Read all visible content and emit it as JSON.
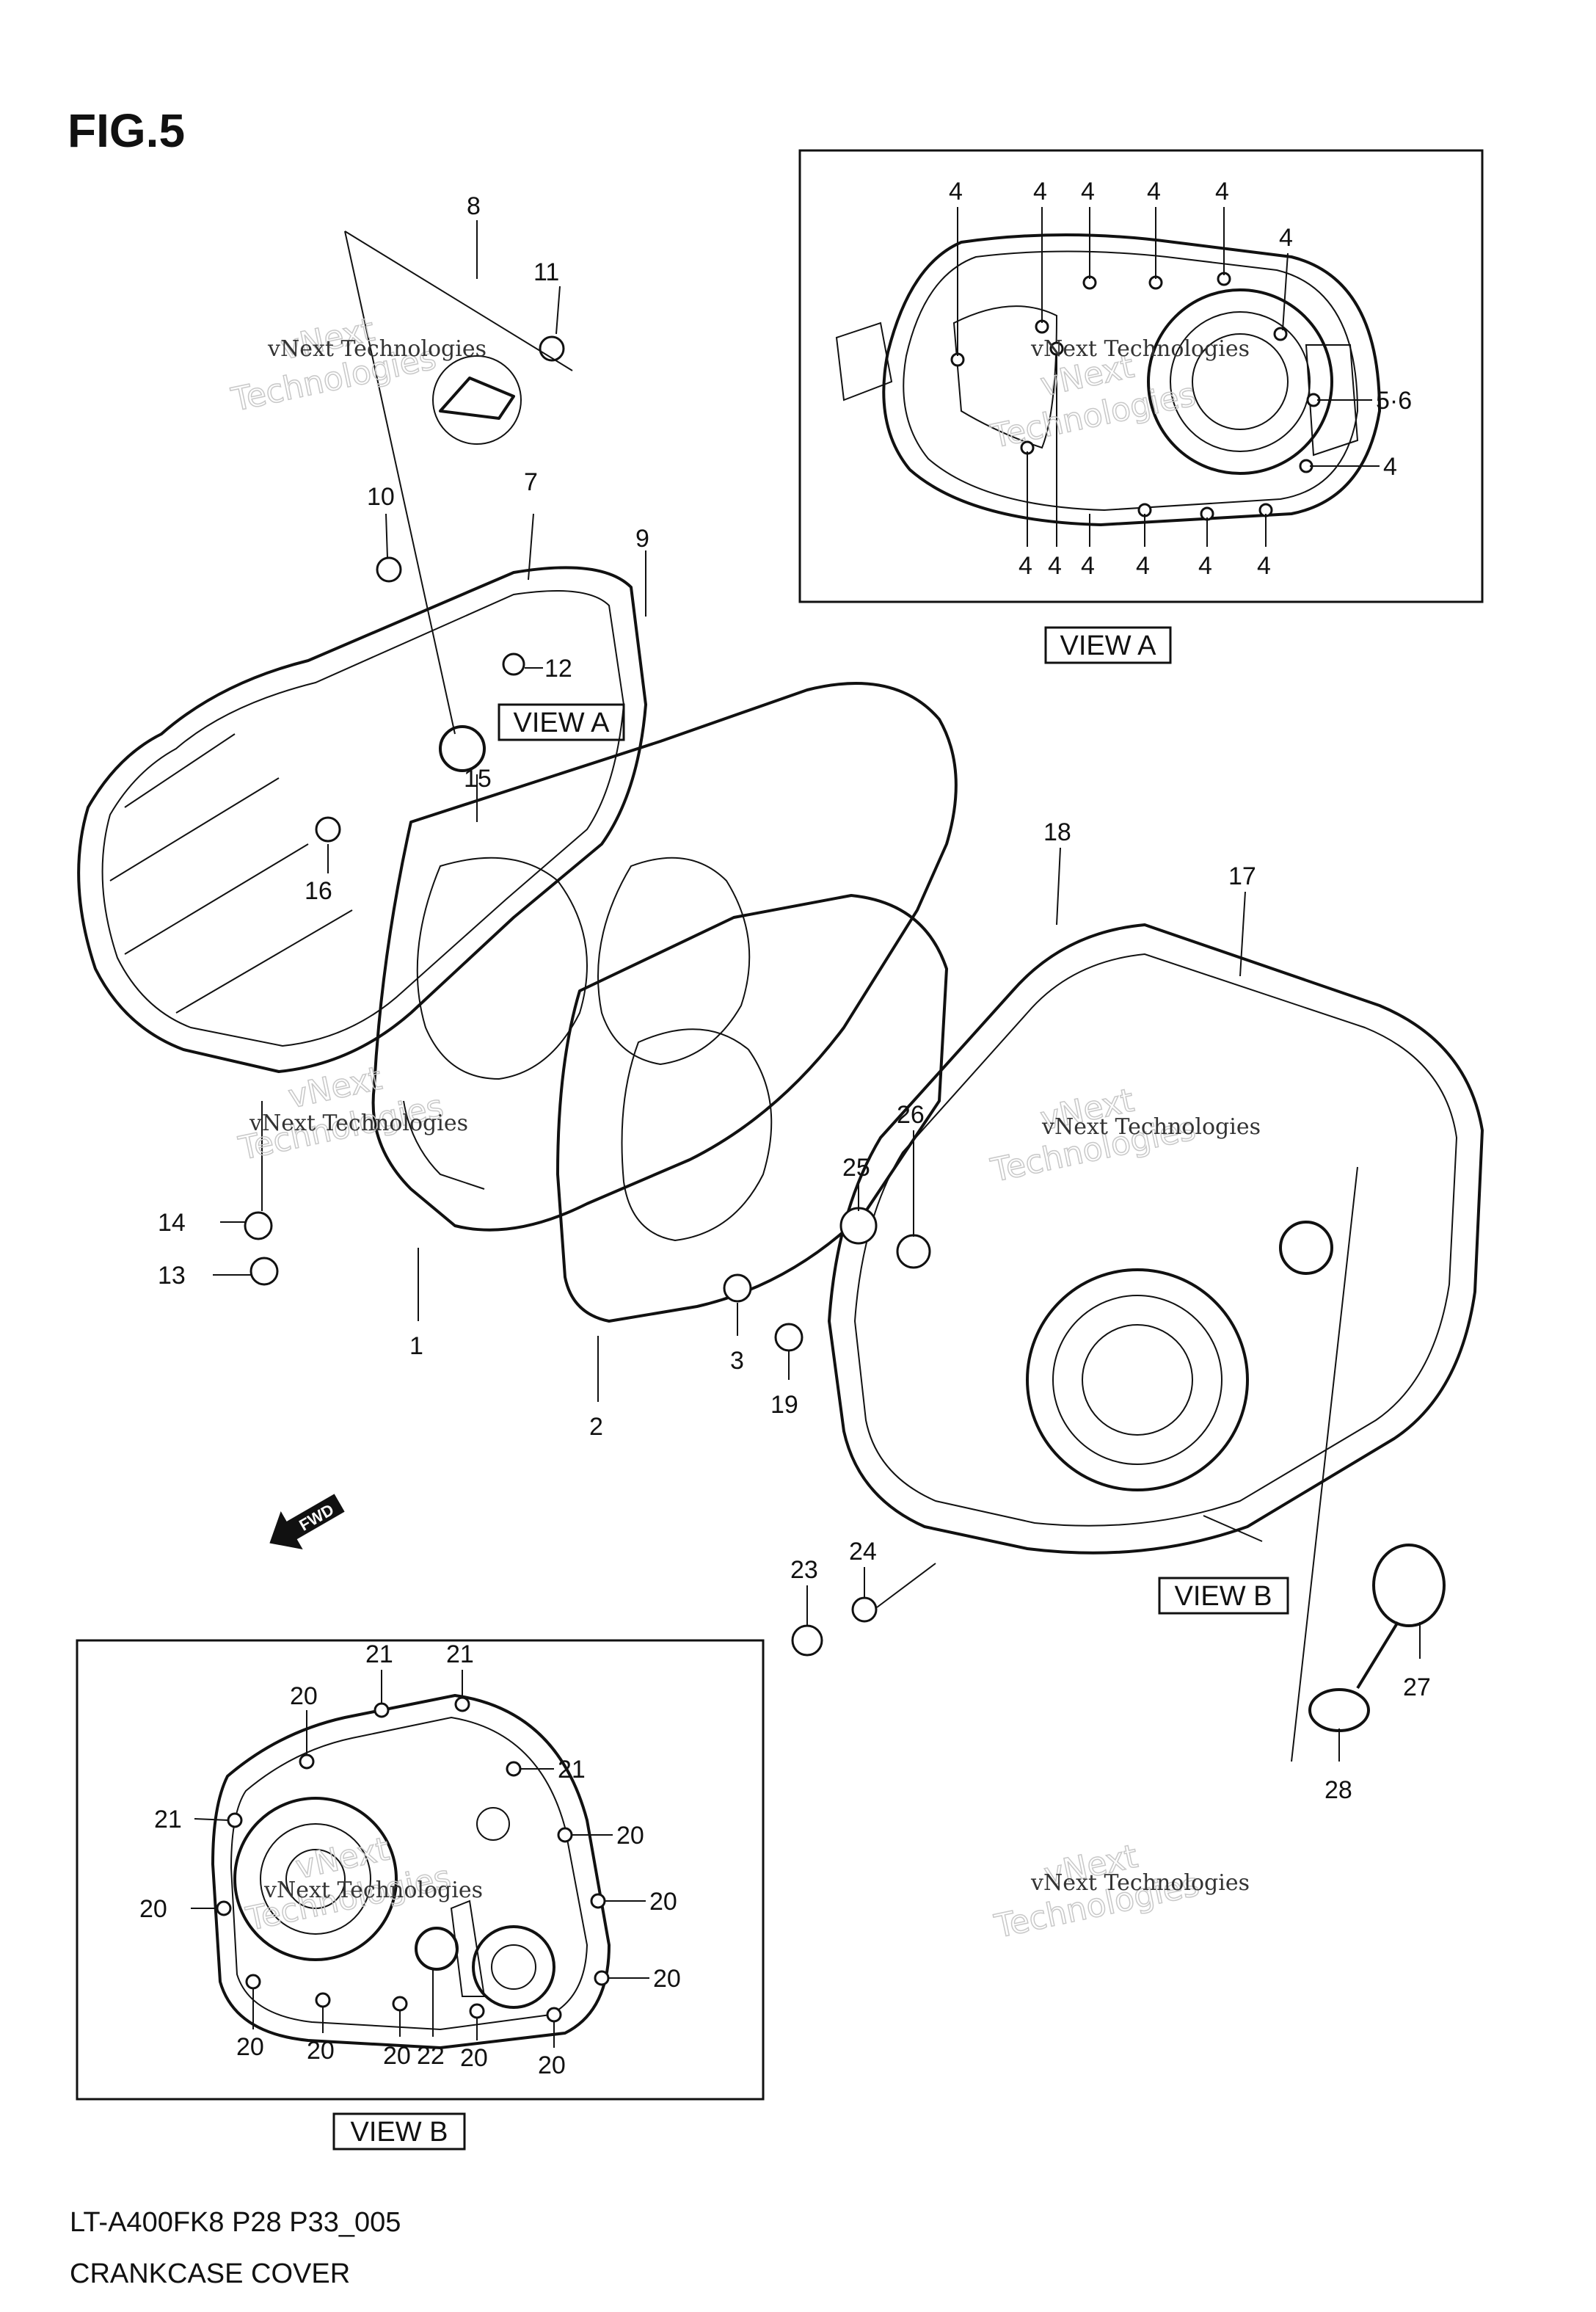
{
  "figure": {
    "title": "FIG.5",
    "model_code": "LT-A400FK8 P28 P33_005",
    "caption": "CRANKCASE COVER",
    "fwd_label": "FWD"
  },
  "watermark": {
    "line1": "vNext Technologies",
    "line2": "Technologies",
    "line3": "vNext"
  },
  "views": {
    "view_a": "VIEW A",
    "view_b": "VIEW B"
  },
  "callouts": {
    "c1": "1",
    "c2": "2",
    "c3": "3",
    "c5_6": "5·6",
    "c7": "7",
    "c8": "8",
    "c9": "9",
    "c10": "10",
    "c11": "11",
    "c12": "12",
    "c13": "13",
    "c14": "14",
    "c15": "15",
    "c16": "16",
    "c17": "17",
    "c18": "18",
    "c19": "19",
    "c22": "22",
    "c23": "23",
    "c24": "24",
    "c25": "25",
    "c26": "26",
    "c27": "27",
    "c28": "28",
    "c4": "4",
    "c20": "20",
    "c21": "21"
  }
}
